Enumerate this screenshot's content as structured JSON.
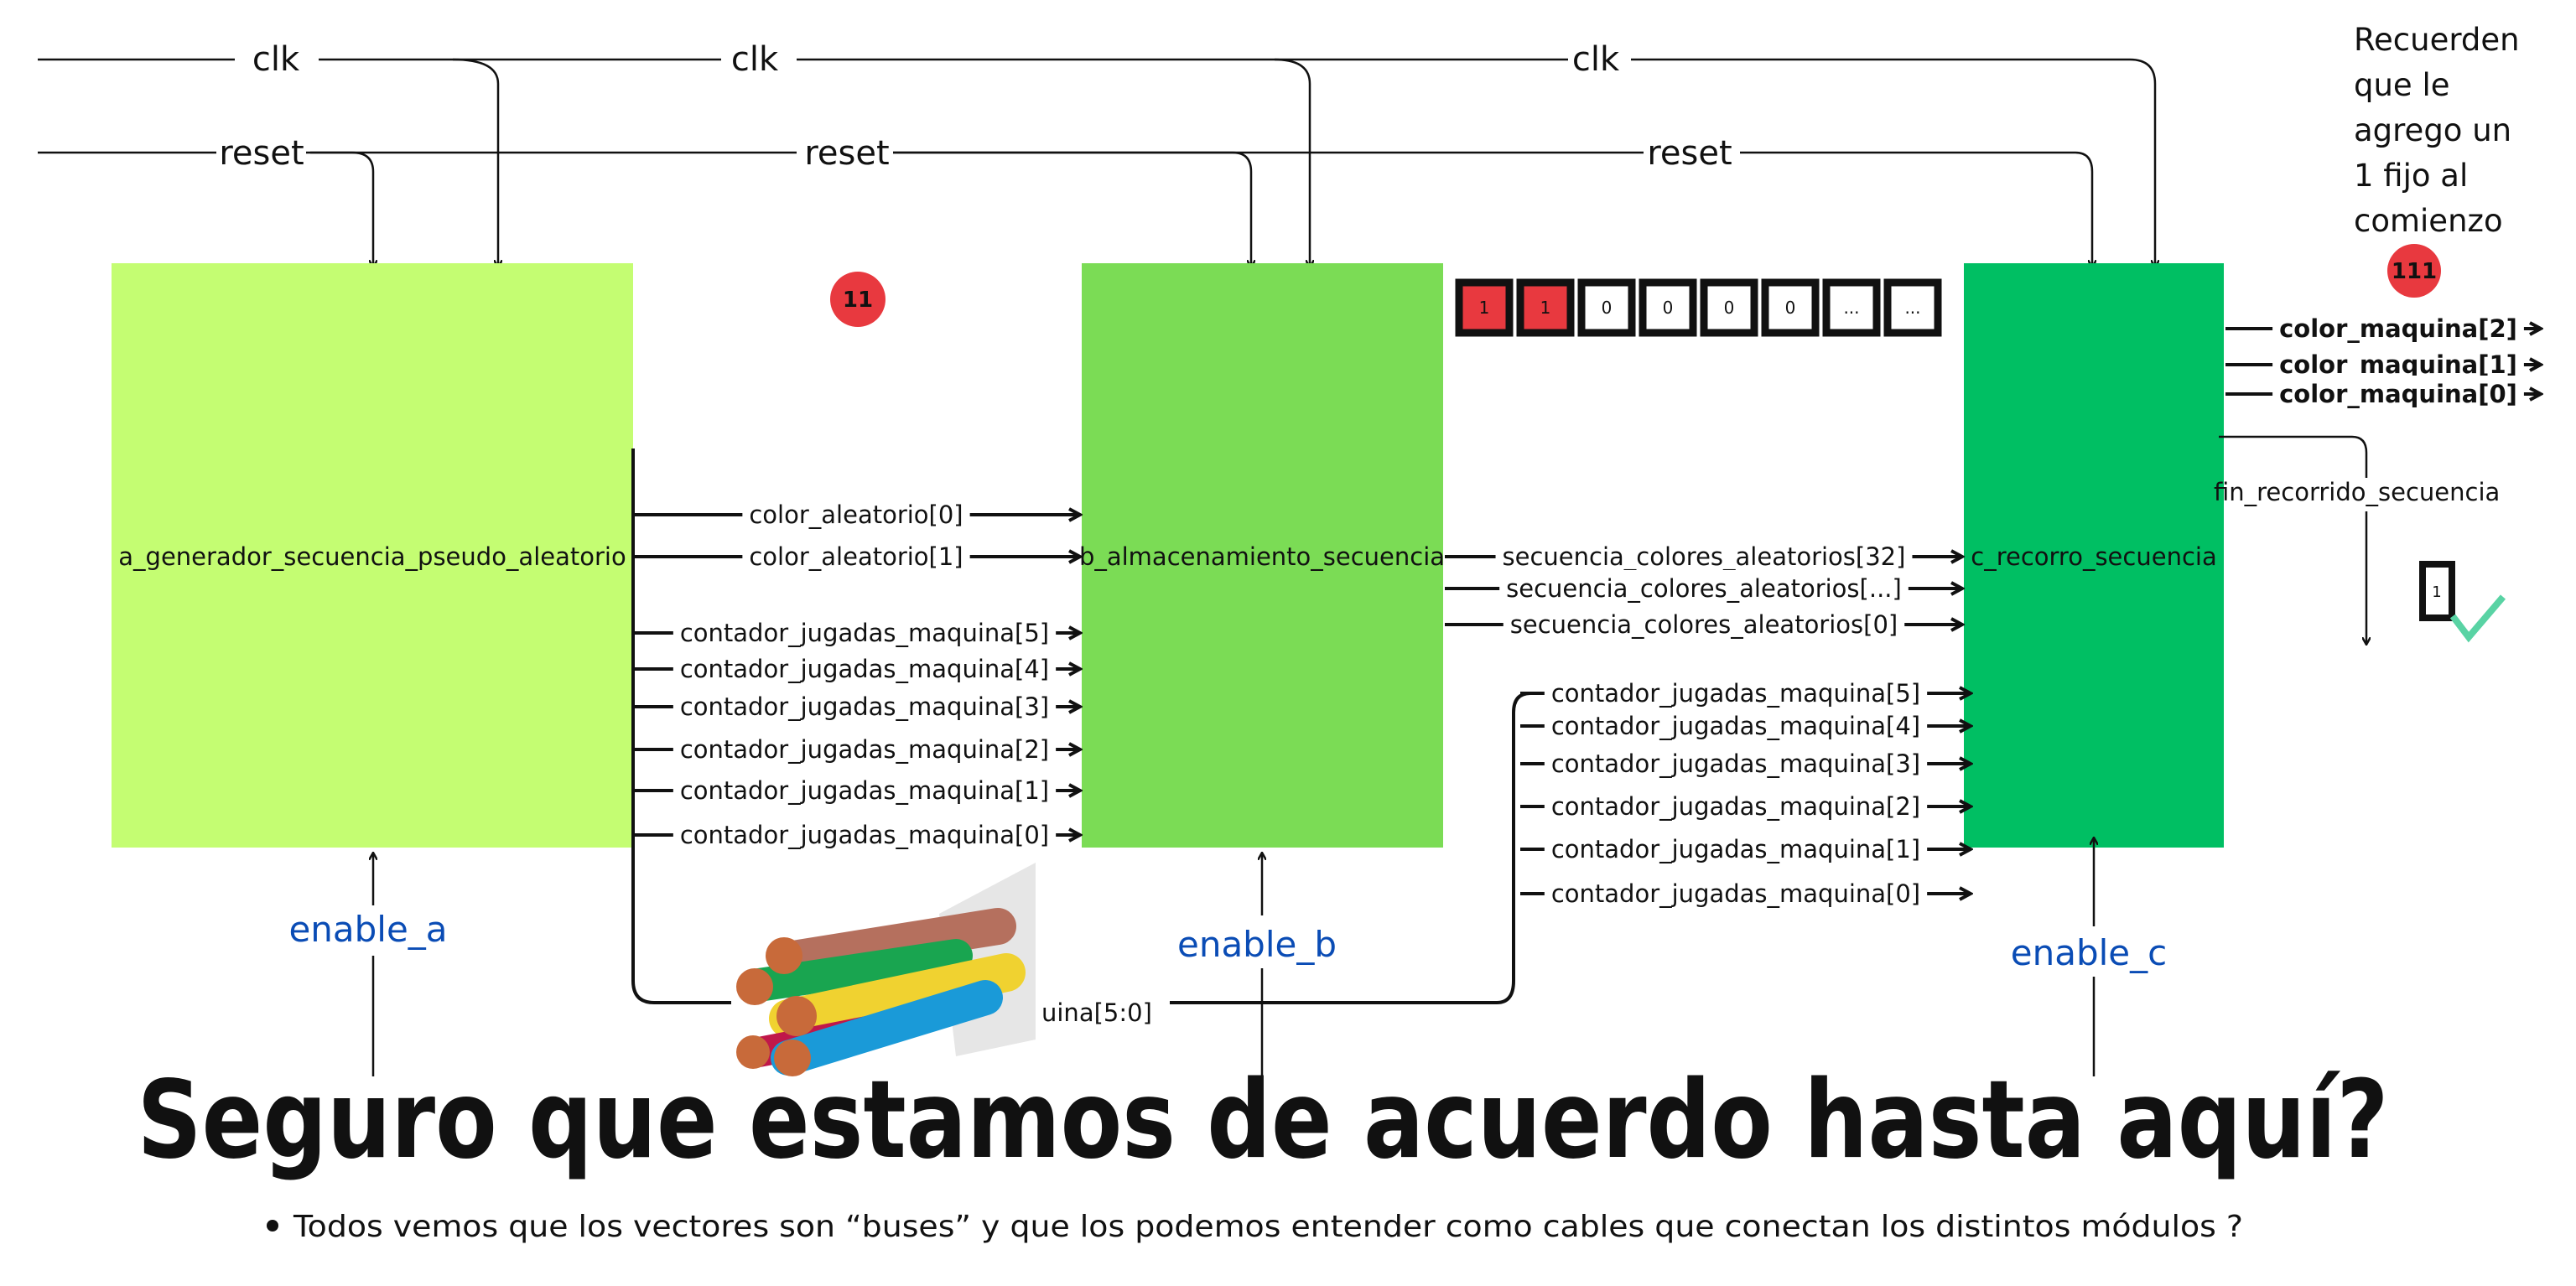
{
  "clk_label": "clk",
  "reset_label": "reset",
  "modules": {
    "a": {
      "name": "a_generador_secuencia_pseudo_aleatorio",
      "enable": "enable_a",
      "color": "#c4fd72"
    },
    "b": {
      "name": "b_almacenamiento_secuencia",
      "enable": "enable_b",
      "color": "#7bdc55"
    },
    "c": {
      "name": "c_recorro_secuencia",
      "enable": "enable_c",
      "color": "#00bf63"
    }
  },
  "a_to_b": [
    "color_aleatorio[0]",
    "color_aleatorio[1]"
  ],
  "contador_a": [
    "contador_jugadas_maquina[5]",
    "contador_jugadas_maquina[4]",
    "contador_jugadas_maquina[3]",
    "contador_jugadas_maquina[2]",
    "contador_jugadas_maquina[1]",
    "contador_jugadas_maquina[0]"
  ],
  "b_to_c": [
    "secuencia_colores_aleatorios[32]",
    "secuencia_colores_aleatorios[...]",
    "secuencia_colores_aleatorios[0]"
  ],
  "contador_c": [
    "contador_jugadas_maquina[5]",
    "contador_jugadas_maquina[4]",
    "contador_jugadas_maquina[3]",
    "contador_jugadas_maquina[2]",
    "contador_jugadas_maquina[1]",
    "contador_jugadas_maquina[0]"
  ],
  "bus_label": "uina[5:0]",
  "outputs": [
    "color_maquina[2]",
    "color_maquina[1]",
    "color_maquina[0]"
  ],
  "fin_label": "fin_recorrido_secuencia",
  "fin_value": "1",
  "badge_b": "11",
  "badge_c": "111",
  "bits": [
    "1",
    "1",
    "0",
    "0",
    "0",
    "0",
    "...",
    "..."
  ],
  "note": [
    "Recuerden",
    "que le",
    "agrego un",
    "1 fijo al",
    "comienzo"
  ],
  "title": "Seguro que estamos de acuerdo hasta aquí?",
  "bullet": "Todos vemos que los vectores son “buses” y que los podemos entender como cables que conectan los distintos módulos ?",
  "accent_red": "#e8393f"
}
